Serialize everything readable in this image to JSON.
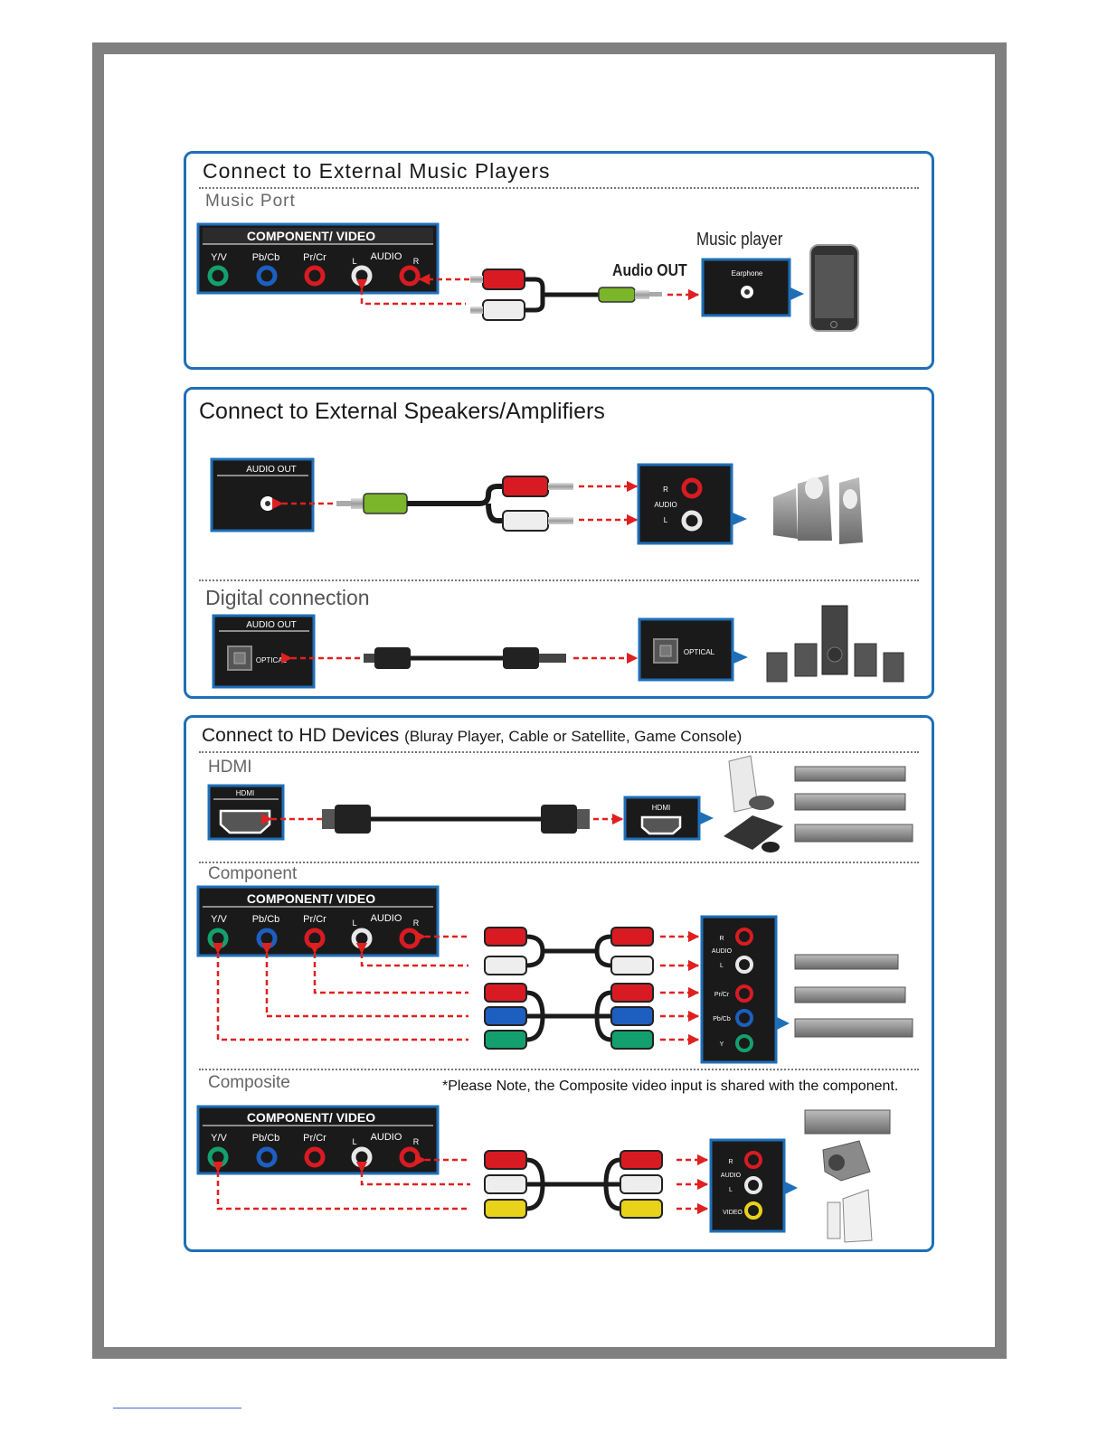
{
  "panel1": {
    "title": "Connect to External Music Players",
    "subtitle": "Music Port",
    "port_panel": {
      "header": "COMPONENT/ VIDEO",
      "labels": [
        "Y/V",
        "Pb/Cb",
        "Pr/Cr",
        "AUDIO"
      ],
      "l": "L",
      "r": "R"
    },
    "music_player_label": "Music player",
    "audio_out_label": "Audio OUT",
    "earphone_label": "Earphone"
  },
  "panel2": {
    "title": "Connect to External Speakers/Amplifiers",
    "audio_out_label": "AUDIO OUT",
    "audio_in": {
      "r": "R",
      "audio": "AUDIO",
      "l": "L"
    },
    "digital_subtitle": "Digital connection",
    "digital_audio_out_label": "AUDIO OUT",
    "optical_label": "OPTICAL"
  },
  "panel3": {
    "title": "Connect to HD Devices",
    "title_paren": "(Bluray Player, Cable or Satellite, Game Console)",
    "hdmi_subtitle": "HDMI",
    "hdmi_label": "HDMI",
    "component_subtitle": "Component",
    "composite_subtitle": "Composite",
    "note": "*Please Note, the Composite video input is shared with the component.",
    "port_panel": {
      "header": "COMPONENT/ VIDEO",
      "labels": [
        "Y/V",
        "Pb/Cb",
        "Pr/Cr",
        "AUDIO"
      ],
      "l": "L",
      "r": "R"
    },
    "device_in": {
      "r": "R",
      "audio": "AUDIO",
      "l": "L",
      "pr": "Pr/Cr",
      "pb": "Pb/Cb",
      "y": "Y",
      "video": "VIDEO"
    }
  },
  "colors": {
    "panel_border": "#1e6fb8",
    "arrow_red": "#e02020",
    "jack_green": "#14a06e",
    "jack_blue": "#1c5fc0",
    "jack_red": "#d81b22",
    "jack_white": "#e8e8e8",
    "jack_yellow": "#e8d21a"
  }
}
